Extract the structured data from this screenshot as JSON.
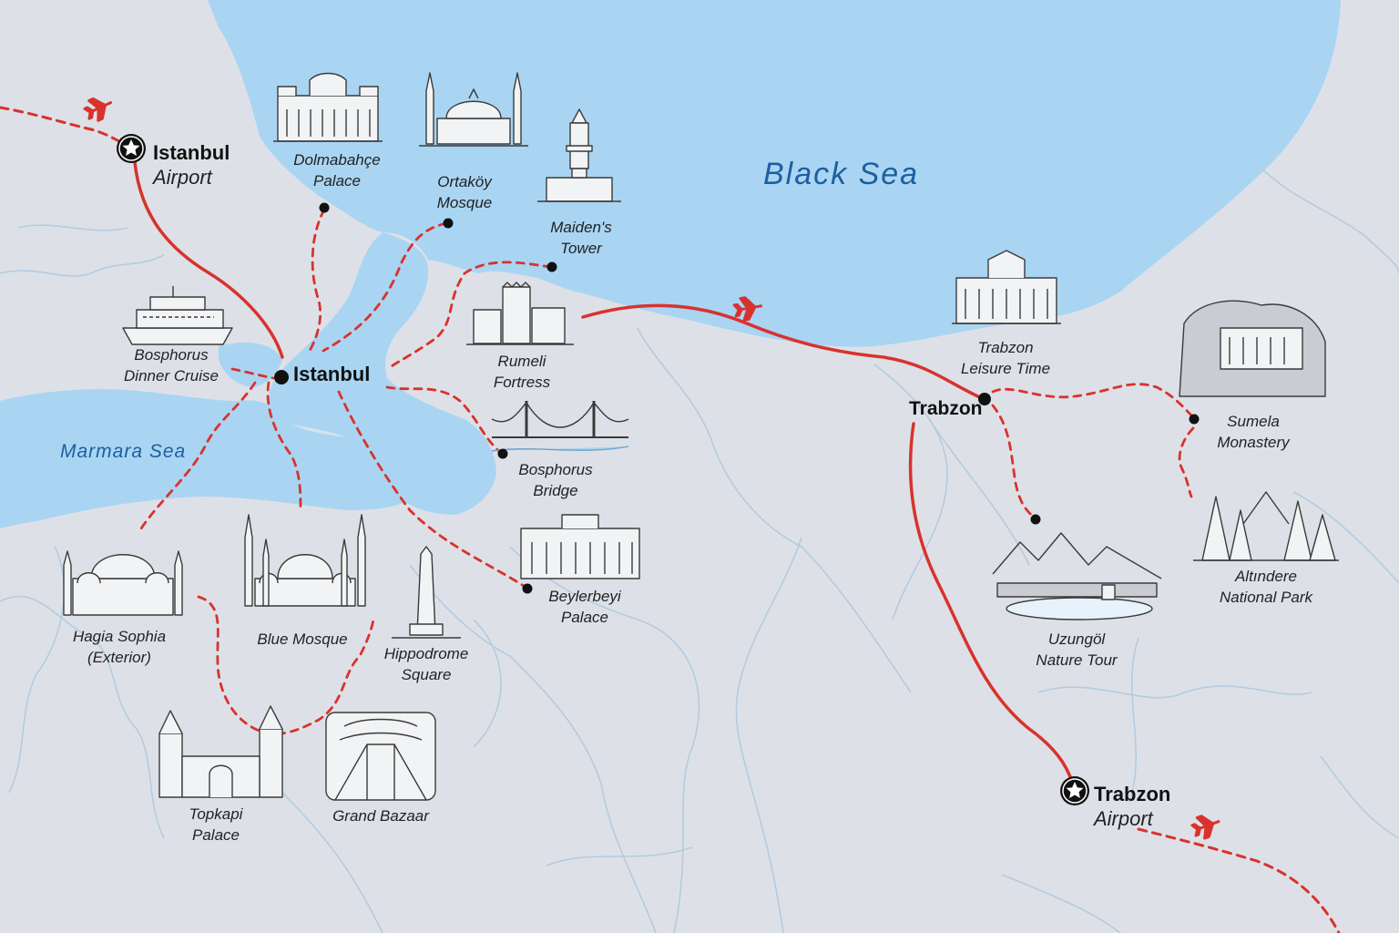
{
  "map": {
    "colors": {
      "land": "#dde1e7",
      "water": "#a9d5f3",
      "route": "#d9322d",
      "rivers": "#b4cbe0",
      "ink": "#3a3a3a"
    },
    "water_labels": {
      "black_sea": "Black Sea",
      "marmara_sea": "Marmara Sea"
    },
    "cities": {
      "istanbul": "Istanbul",
      "trabzon": "Trabzon"
    },
    "airports": {
      "istanbul": {
        "name": "Istanbul",
        "sub": "Airport",
        "icon": "star-icon"
      },
      "trabzon": {
        "name": "Trabzon",
        "sub": "Airport",
        "icon": "star-icon"
      }
    },
    "attractions": {
      "dolmabahce": {
        "line1": "Dolmabahçe",
        "line2": "Palace",
        "icon": "palace-icon"
      },
      "ortakoy": {
        "line1": "Ortaköy",
        "line2": "Mosque",
        "icon": "mosque-icon"
      },
      "maidens": {
        "line1": "Maiden's",
        "line2": "Tower",
        "icon": "tower-icon"
      },
      "cruise": {
        "line1": "Bosphorus",
        "line2": "Dinner Cruise",
        "icon": "ship-icon"
      },
      "rumeli": {
        "line1": "Rumeli",
        "line2": "Fortress",
        "icon": "fortress-icon"
      },
      "bridge": {
        "line1": "Bosphorus",
        "line2": "Bridge",
        "icon": "bridge-icon"
      },
      "beylerbeyi": {
        "line1": "Beylerbeyi",
        "line2": "Palace",
        "icon": "palace-icon"
      },
      "hagia": {
        "line1": "Hagia Sophia",
        "line2": "(Exterior)",
        "icon": "mosque-icon"
      },
      "bluemosque": {
        "line1": "Blue Mosque",
        "line2": "",
        "icon": "mosque-icon"
      },
      "hippodrome": {
        "line1": "Hippodrome",
        "line2": "Square",
        "icon": "obelisk-icon"
      },
      "topkapi": {
        "line1": "Topkapi",
        "line2": "Palace",
        "icon": "gate-icon"
      },
      "bazaar": {
        "line1": "Grand Bazaar",
        "line2": "",
        "icon": "bazaar-icon"
      },
      "leisure": {
        "line1": "Trabzon",
        "line2": "Leisure Time",
        "icon": "mansion-icon"
      },
      "sumela": {
        "line1": "Sumela",
        "line2": "Monastery",
        "icon": "monastery-icon"
      },
      "uzungol": {
        "line1": "Uzungöl",
        "line2": "Nature Tour",
        "icon": "lake-icon"
      },
      "altindere": {
        "line1": "Altındere",
        "line2": "National Park",
        "icon": "forest-icon"
      }
    },
    "route_icons": [
      "plane-icon",
      "plane-icon",
      "plane-icon"
    ]
  }
}
